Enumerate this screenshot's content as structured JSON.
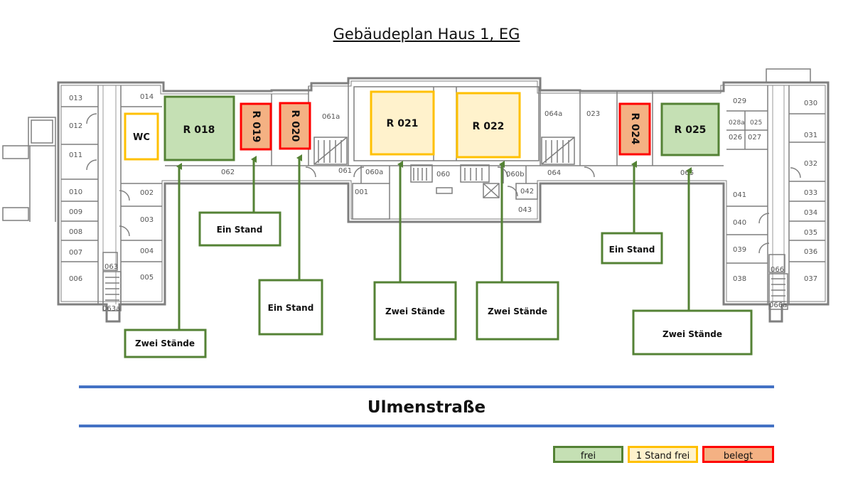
{
  "title": "Gebäudeplan Haus 1, EG",
  "street": "Ulmenstraße",
  "colors": {
    "frei_border": "#548235",
    "frei_fill": "#c5e0b4",
    "partial_border": "#ffc000",
    "partial_fill": "#fff2cc",
    "belegt_border": "#ff0000",
    "belegt_fill": "#f4b183",
    "wall": "#7f7f7f",
    "street_line": "#4472c4"
  },
  "legend": {
    "frei": "frei",
    "partial": "1 Stand frei",
    "belegt": "belegt"
  },
  "highlighted_rooms": {
    "wc": "WC",
    "r018": "R 018",
    "r019": "R 019",
    "r020": "R 020",
    "r021": "R 021",
    "r022": "R 022",
    "r024": "R 024",
    "r025": "R 025"
  },
  "callouts": {
    "r018": "Zwei Stände",
    "r019": "Ein Stand",
    "r020": "Ein Stand",
    "r021": "Zwei Stände",
    "r022": "Zwei Stände",
    "r024": "Ein Stand",
    "r025": "Zwei Stände"
  },
  "room_numbers": {
    "n013": "013",
    "n014": "014",
    "n012": "012",
    "n011": "011",
    "n010": "010",
    "n009": "009",
    "n008": "008",
    "n007": "007",
    "n006": "006",
    "n002": "002",
    "n003": "003",
    "n004": "004",
    "n005": "005",
    "n063": "063",
    "n063a": "063a",
    "n062": "062",
    "n061a": "061a",
    "n061": "061",
    "n060a": "060a",
    "n060": "060",
    "n060b": "060b",
    "n001": "001",
    "n042": "042",
    "n043": "043",
    "n064a": "064a",
    "n064": "064",
    "n023": "023",
    "n065": "065",
    "n029": "029",
    "n028a": "028a",
    "n025": "025",
    "n026": "026",
    "n027": "027",
    "n030": "030",
    "n031": "031",
    "n032": "032",
    "n033": "033",
    "n034": "034",
    "n035": "035",
    "n036": "036",
    "n037": "037",
    "n041": "041",
    "n040": "040",
    "n039": "039",
    "n038": "038",
    "n066": "066",
    "n066a": "066a"
  }
}
